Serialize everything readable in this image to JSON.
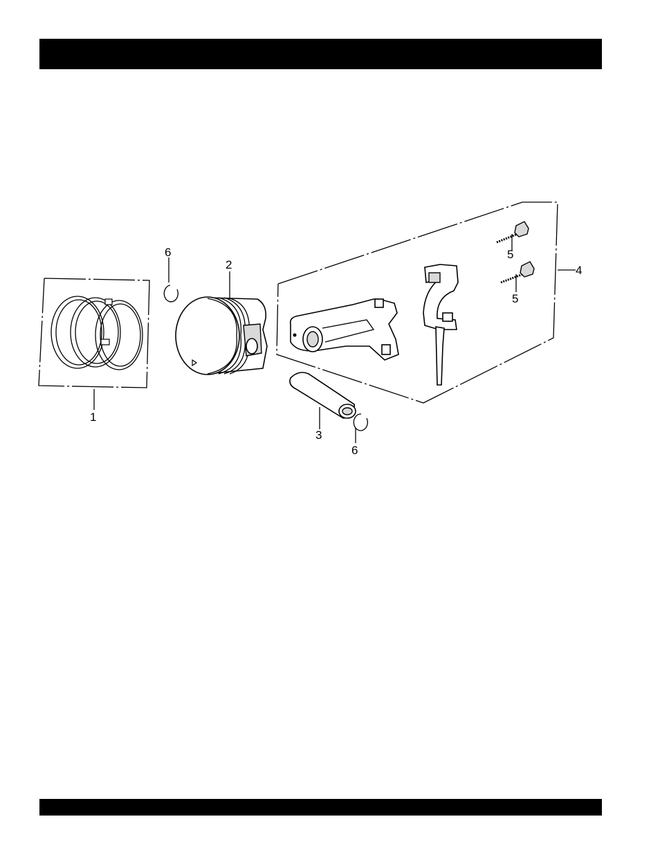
{
  "callouts": {
    "piston_ring_set": "1",
    "piston": "2",
    "piston_pin": "3",
    "connecting_rod_assembly": "4",
    "rod_bolt_upper": "5",
    "rod_bolt_lower": "5",
    "pin_clip_left": "6",
    "pin_clip_right": "6"
  },
  "colors": {
    "header_bar": "#000000",
    "footer_bar": "#000000",
    "line_art": "#000000"
  }
}
